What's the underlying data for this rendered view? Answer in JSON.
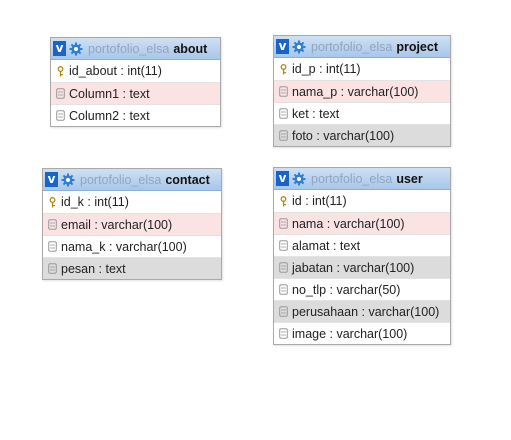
{
  "tables": [
    {
      "id": "about",
      "db": "portofolio_elsa",
      "name": "about",
      "columns": [
        {
          "text": "id_about : int(11)",
          "icon": "key-icon",
          "style": "white"
        },
        {
          "text": "Column1 : text",
          "icon": "column-icon",
          "style": "pink"
        },
        {
          "text": "Column2 : text",
          "icon": "column-icon",
          "style": "white"
        }
      ]
    },
    {
      "id": "project",
      "db": "portofolio_elsa",
      "name": "project",
      "columns": [
        {
          "text": "id_p : int(11)",
          "icon": "key-icon",
          "style": "white"
        },
        {
          "text": "nama_p : varchar(100)",
          "icon": "column-icon",
          "style": "pink"
        },
        {
          "text": "ket : text",
          "icon": "column-icon",
          "style": "white"
        },
        {
          "text": "foto : varchar(100)",
          "icon": "column-icon",
          "style": "gray"
        }
      ]
    },
    {
      "id": "contact",
      "db": "portofolio_elsa",
      "name": "contact",
      "columns": [
        {
          "text": "id_k : int(11)",
          "icon": "key-icon",
          "style": "white"
        },
        {
          "text": "email : varchar(100)",
          "icon": "column-icon",
          "style": "pink"
        },
        {
          "text": "nama_k : varchar(100)",
          "icon": "column-icon",
          "style": "white"
        },
        {
          "text": "pesan : text",
          "icon": "column-icon",
          "style": "gray"
        }
      ]
    },
    {
      "id": "user",
      "db": "portofolio_elsa",
      "name": "user",
      "columns": [
        {
          "text": "id : int(11)",
          "icon": "key-icon",
          "style": "white"
        },
        {
          "text": "nama : varchar(100)",
          "icon": "column-icon",
          "style": "pink"
        },
        {
          "text": "alamat : text",
          "icon": "column-icon",
          "style": "white"
        },
        {
          "text": "jabatan : varchar(100)",
          "icon": "column-icon",
          "style": "gray"
        },
        {
          "text": "no_tlp : varchar(50)",
          "icon": "column-icon",
          "style": "white"
        },
        {
          "text": "perusahaan : varchar(100)",
          "icon": "column-icon",
          "style": "gray"
        },
        {
          "text": "image : varchar(100)",
          "icon": "column-icon",
          "style": "white"
        }
      ]
    }
  ],
  "header_button_label": "v",
  "colors": {
    "header_button": "#1b64c7",
    "pink_row": "#fbe3e4",
    "gray_row": "#dcdcdc"
  }
}
